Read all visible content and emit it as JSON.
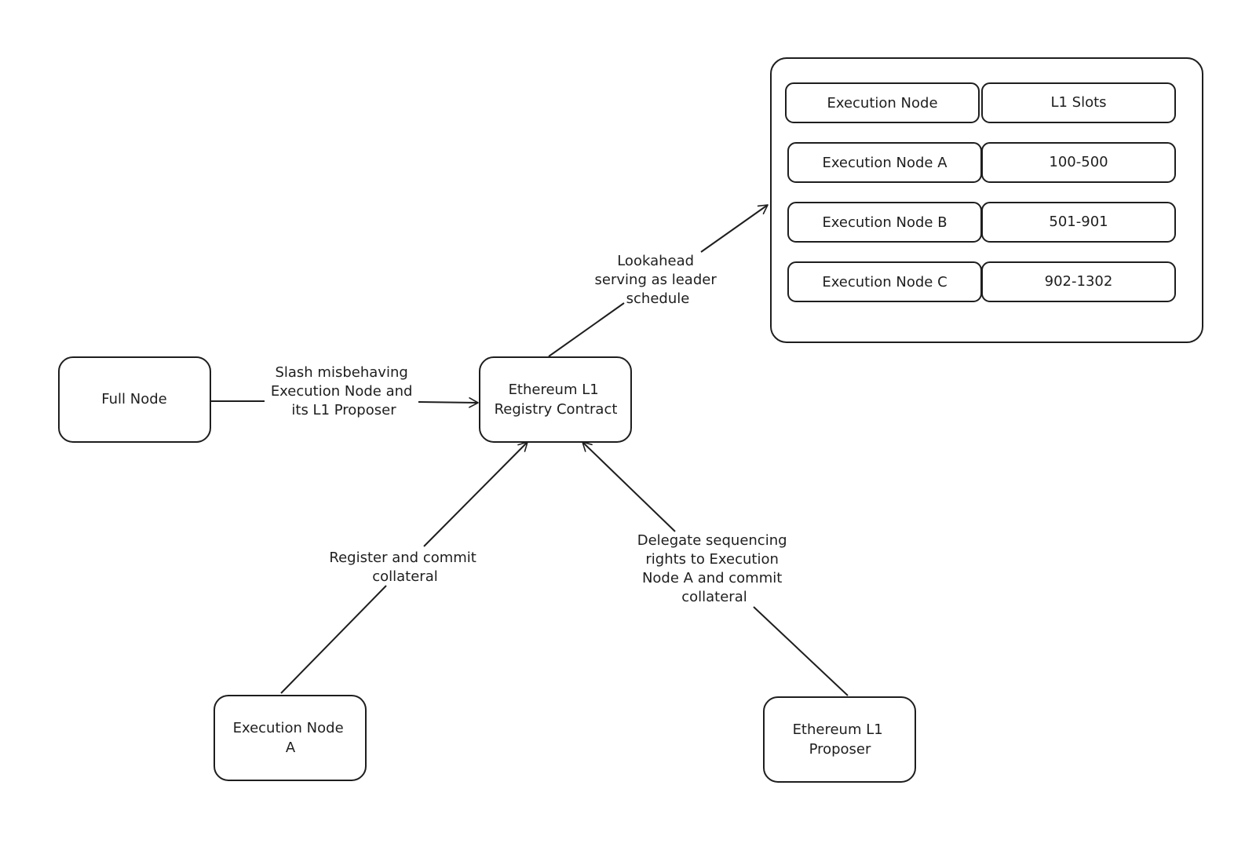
{
  "nodes": {
    "full_node": "Full Node",
    "registry": [
      "Ethereum L1",
      "Registry Contract"
    ],
    "execution_node_a": [
      "Execution Node",
      "A"
    ],
    "l1_proposer": [
      "Ethereum L1",
      "Proposer"
    ]
  },
  "edges": {
    "slash": [
      "Slash misbehaving",
      "Execution Node and",
      "its L1 Proposer"
    ],
    "lookahead": [
      "Lookahead",
      "serving as leader",
      "schedule"
    ],
    "register": [
      "Register and commit",
      "collateral"
    ],
    "delegate": [
      "Delegate sequencing",
      "rights to Execution",
      "Node A and commit",
      "collateral"
    ]
  },
  "schedule_table": {
    "headers": [
      "Execution Node",
      "L1 Slots"
    ],
    "rows": [
      [
        "Execution Node A",
        "100-500"
      ],
      [
        "Execution Node B",
        "501-901"
      ],
      [
        "Execution Node C",
        "902-1302"
      ]
    ]
  },
  "colors": {
    "stroke": "#1e1e1e",
    "background": "#ffffff"
  }
}
